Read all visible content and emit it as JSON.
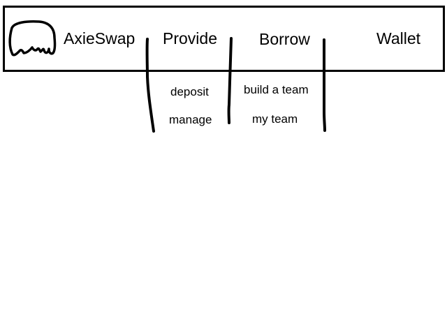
{
  "brand": {
    "name": "AxieSwap",
    "logo_icon": "axie-creature-icon"
  },
  "nav": {
    "provide": {
      "label": "Provide",
      "items": [
        "deposit",
        "manage"
      ]
    },
    "borrow": {
      "label": "Borrow",
      "items": [
        "build a team",
        "my team"
      ]
    },
    "wallet": {
      "label": "Wallet"
    }
  }
}
